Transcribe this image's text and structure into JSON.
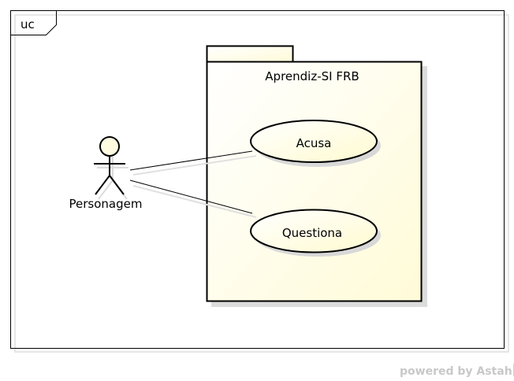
{
  "frame": {
    "tag": "uc"
  },
  "actor": {
    "name": "Personagem"
  },
  "package": {
    "name": "Aprendiz-SI FRB"
  },
  "use_cases": [
    {
      "name": "Acusa"
    },
    {
      "name": "Questiona"
    }
  ],
  "footer": {
    "text": "powered by Astah"
  },
  "colors": {
    "use_case_fill": "#fffbe0",
    "package_fill": "#fffce6",
    "shadow": "#dcdcdc",
    "footer_text": "#c8c8c8",
    "logo": "#f0a030"
  }
}
